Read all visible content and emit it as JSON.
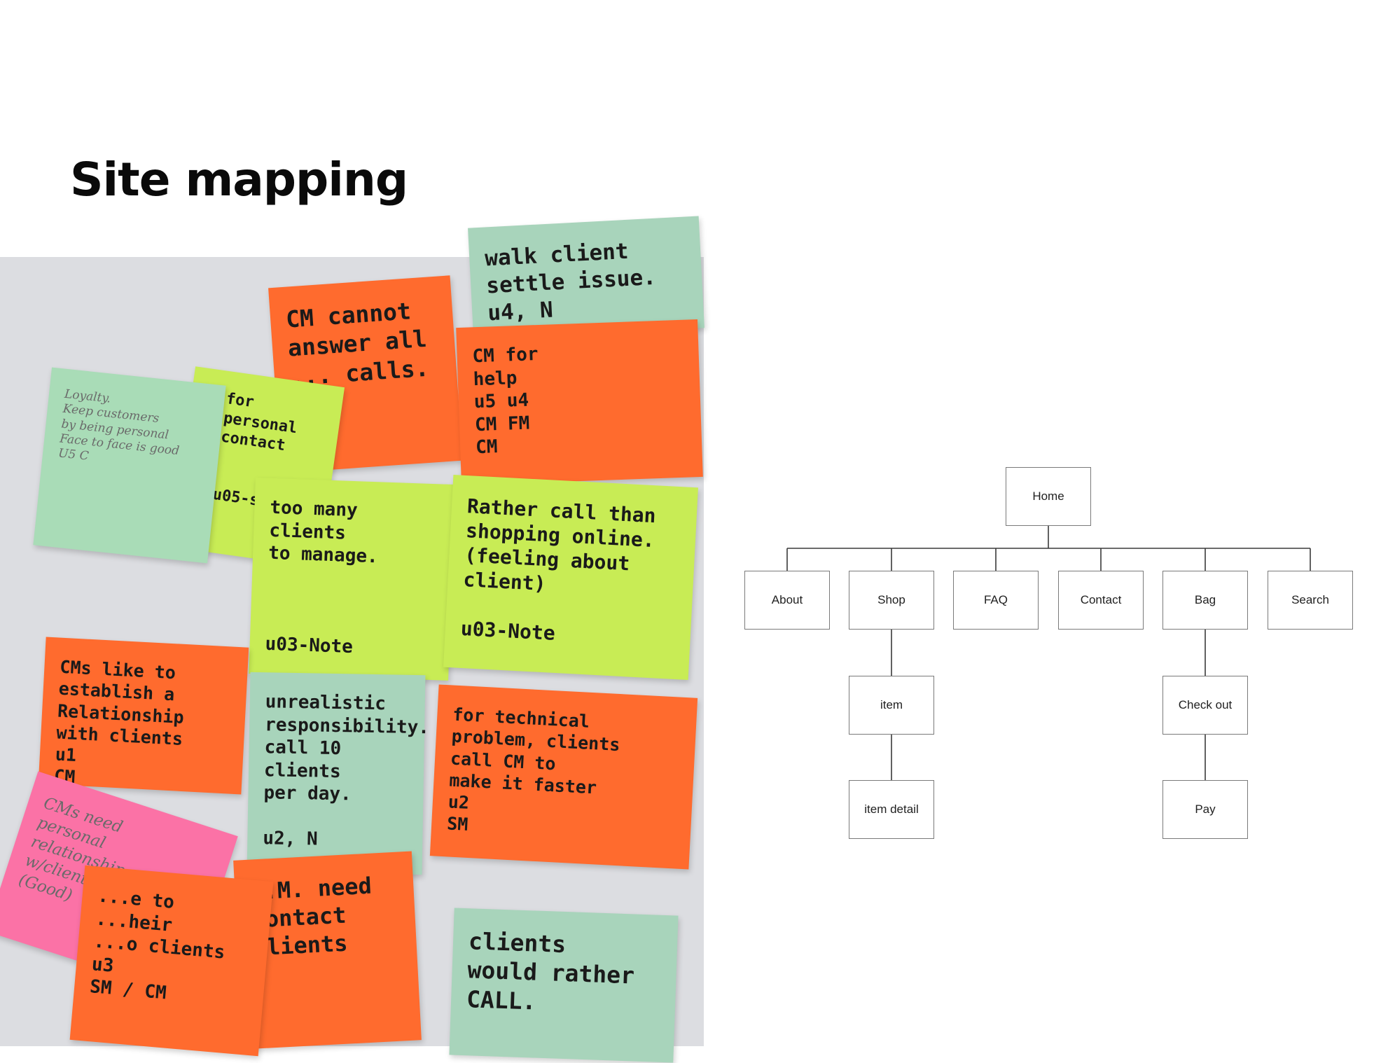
{
  "title": "Site mapping",
  "photo": {
    "notes": [
      {
        "id": "n1",
        "color": "orange",
        "text": "CM cannot\nanswer all\n... calls."
      },
      {
        "id": "n2",
        "color": "sage",
        "text": "walk client\nsettle issue.\nu4, N"
      },
      {
        "id": "n3",
        "color": "orange",
        "text": "CM for\nhelp\nu5 u4\nCM FM\nCM"
      },
      {
        "id": "n4",
        "color": "mint",
        "text": "Loyalty.\nKeep customers\nby being personal\nFace to face is good\nU5   C"
      },
      {
        "id": "n5",
        "color": "green",
        "text": "for personal\ncontact\n\n\nu05-seg"
      },
      {
        "id": "n6",
        "color": "green",
        "text": "too many clients\nto manage.\n\n\n\nu03-Note"
      },
      {
        "id": "n7",
        "color": "green",
        "text": "Rather call than\nshopping online.\n(feeling about\nclient)\n\nu03-Note"
      },
      {
        "id": "n8",
        "color": "orange",
        "text": "CMs like to\nestablish a\nRelationship\nwith clients\nu1\nCM"
      },
      {
        "id": "n9",
        "color": "sage",
        "text": "unrealistic\nresponsibility.\ncall 10 clients\nper day.\n\nu2, N"
      },
      {
        "id": "n10",
        "color": "orange",
        "text": "for technical\nproblem, clients\ncall CM to\nmake it faster\nu2\nSM"
      },
      {
        "id": "n11",
        "color": "pink",
        "text": "CMs need\npersonal\nrelationships\nw/clients\n(Good)"
      },
      {
        "id": "n12",
        "color": "orange",
        "text": "C.M. need\ncontact\nclients"
      },
      {
        "id": "n13",
        "color": "sage",
        "text": "clients\nwould rather\nCALL."
      },
      {
        "id": "n14",
        "color": "orange",
        "text": "...e to\n...heir\n...o clients\nu3\nSM / CM"
      }
    ]
  },
  "sitemap": {
    "root": "Home",
    "level1": [
      "About",
      "Shop",
      "FAQ",
      "Contact",
      "Bag",
      "Search"
    ],
    "shop_children": [
      "item",
      "item detail"
    ],
    "bag_children": [
      "Check out",
      "Pay"
    ]
  }
}
